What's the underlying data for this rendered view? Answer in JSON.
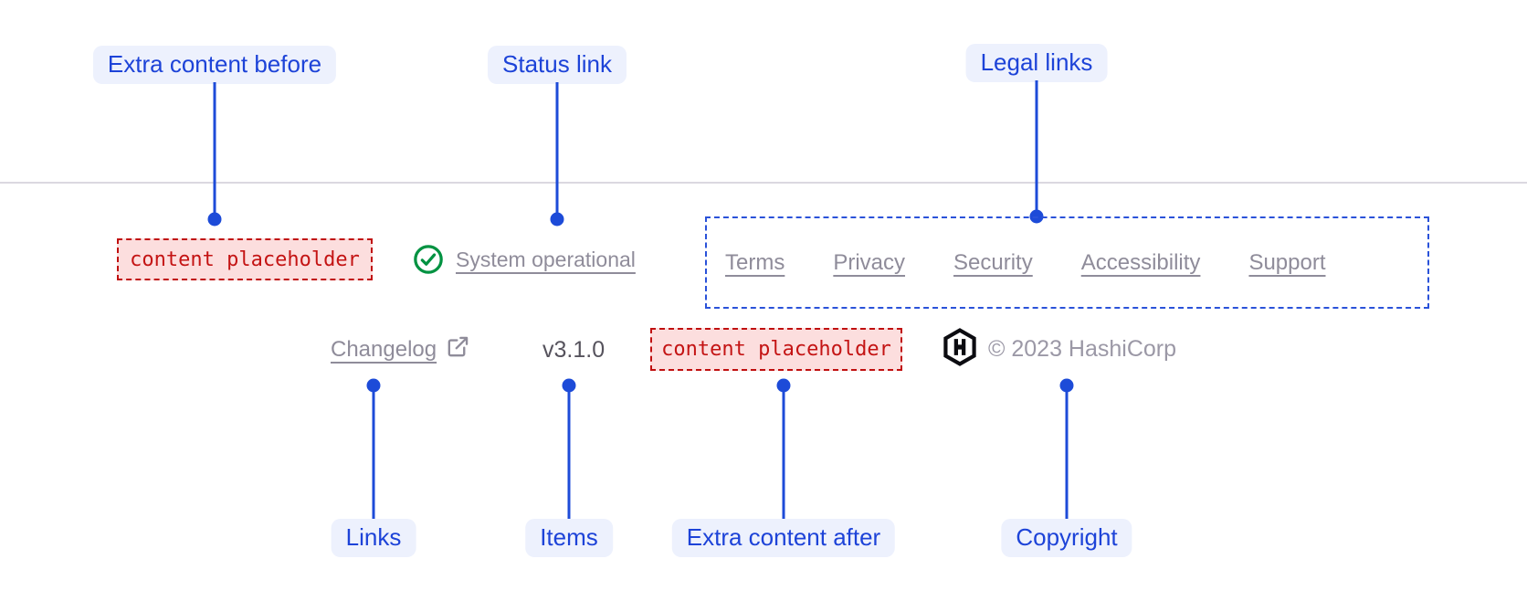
{
  "annotations": {
    "top": [
      {
        "label": "Extra content before"
      },
      {
        "label": "Status link"
      },
      {
        "label": "Legal links"
      }
    ],
    "bottom": [
      {
        "label": "Links"
      },
      {
        "label": "Items"
      },
      {
        "label": "Extra content after"
      },
      {
        "label": "Copyright"
      }
    ]
  },
  "footer": {
    "extra_content_before": "content placeholder",
    "status_link": {
      "label": "System operational",
      "icon": "check-circle-icon"
    },
    "legal_links": [
      "Terms",
      "Privacy",
      "Security",
      "Accessibility",
      "Support"
    ],
    "links": [
      {
        "label": "Changelog",
        "icon": "external-link-icon"
      }
    ],
    "version": "v3.1.0",
    "extra_content_after": "content placeholder",
    "copyright": {
      "icon": "hashicorp-logo",
      "text": "© 2023 HashiCorp"
    }
  },
  "colors": {
    "annotation_blue": "#1d4bd8",
    "annotation_pill_bg": "#edf1fd",
    "legal_box_dash_blue": "#2a52d9",
    "placeholder_red": "#c41414",
    "placeholder_bg": "#fcdede",
    "status_green": "#009241",
    "link_gray": "#8f8c9a",
    "version_gray": "#56535d",
    "copyright_gray": "#9b98a6",
    "divider_gray": "#dbd8e0",
    "logo_black": "#0c0c11"
  }
}
